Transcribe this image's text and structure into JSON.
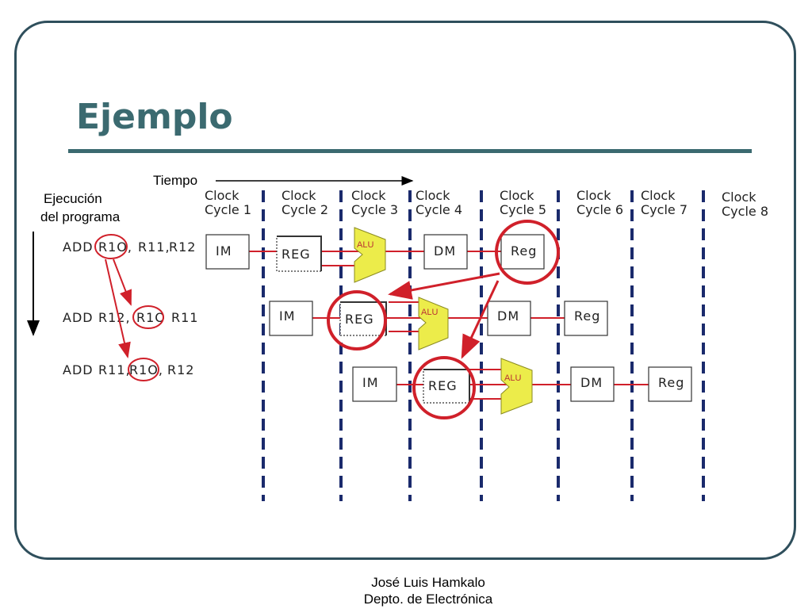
{
  "slide": {
    "title": "Ejemplo",
    "author": "José Luis Hamkalo",
    "department": "Depto. de Electrónica"
  },
  "diagram": {
    "time_label": "Tiempo",
    "program_label_line1": "Ejecución",
    "program_label_line2": "del programa",
    "clock_cycles": [
      {
        "line1": "Clock",
        "line2": "Cycle 1"
      },
      {
        "line1": "Clock",
        "line2": "Cycle 2"
      },
      {
        "line1": "Clock",
        "line2": "Cycle 3"
      },
      {
        "line1": "Clock",
        "line2": "Cycle 4"
      },
      {
        "line1": "Clock",
        "line2": "Cycle 5"
      },
      {
        "line1": "Clock",
        "line2": "Cycle 6"
      },
      {
        "line1": "Clock",
        "line2": "Cycle 7"
      },
      {
        "line1": "Clock",
        "line2": "Cycle 8"
      }
    ],
    "instructions": [
      {
        "op": "ADD",
        "dest": "R1O,",
        "src1": "R11,",
        "src2": "R12"
      },
      {
        "op": "ADD",
        "dest": "R12,",
        "src1": "R1O",
        "src2": "R11"
      },
      {
        "op": "ADD",
        "dest": "R11,",
        "src1": "R1O,",
        "src2": "R12"
      }
    ],
    "stages": {
      "im": "IM",
      "reg_read": "REG",
      "alu": "ALU",
      "dm": "DM",
      "reg_write": "Reg"
    },
    "colors": {
      "pipeline_line": "#d0202a",
      "highlight": "#d0202a",
      "clock_divider": "#1a2a6c",
      "alu_fill": "#ecec4a",
      "title": "#3b6a70",
      "frame": "#2f4f5c"
    }
  }
}
